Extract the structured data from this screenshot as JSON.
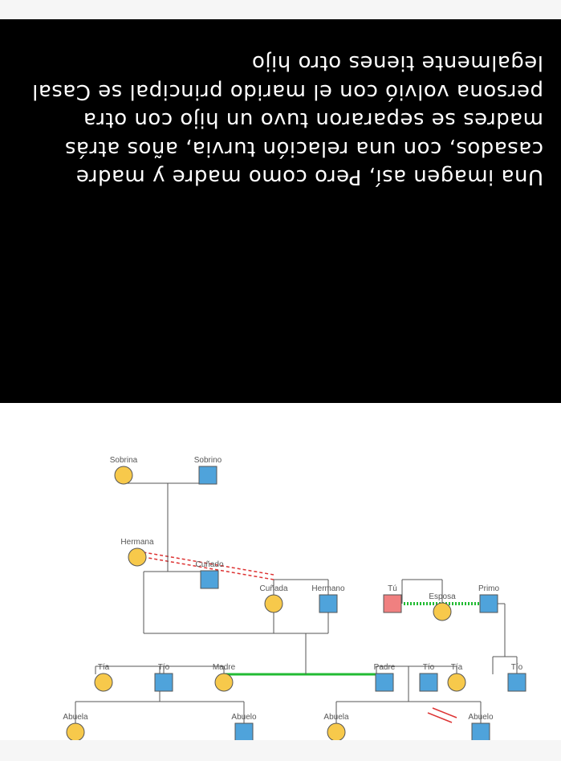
{
  "diagram": {
    "colors": {
      "male": "#4fa3db",
      "female": "#f7c94b",
      "self": "#f08080",
      "stroke": "#555555",
      "married": "#22bb33",
      "broken": "#dd3333",
      "affair": "#dd3333",
      "cut": "#22bb33"
    },
    "labels": {
      "abuelo_paterno": "Abuelo",
      "abuela_paterna": "Abuela",
      "abuelo_materno": "Abuelo",
      "abuela_materna": "Abuela",
      "tio1": "Tío",
      "tia1": "Tía",
      "tio2": "Tío",
      "padre": "Padre",
      "madre": "Madre",
      "tio3": "Tío",
      "tia3": "Tía",
      "primo": "Primo",
      "esposa": "Esposa",
      "tu": "Tú",
      "hermano": "Hermano",
      "cunada": "Cuñada",
      "cunado": "Cuñado",
      "hermana": "Hermana",
      "sobrino": "Sobrino",
      "sobrina": "Sobrina"
    }
  },
  "story": {
    "text": "Una imagen así, Pero como madre y madre casados, con una relación turvia, años atrás madres se separaron tuvo un hijo con otra persona  volvió con el marido principal se Casal legalmente tienes otro hijo"
  }
}
